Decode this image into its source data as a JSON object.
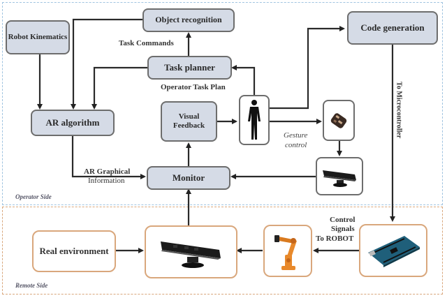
{
  "regions": {
    "operator": {
      "label": "Operator Side",
      "border_color": "#9fc3e0"
    },
    "remote": {
      "label": "Remote Side",
      "border_color": "#d9a77c"
    }
  },
  "nodes": {
    "robot_kinematics": "Robot Kinematics",
    "object_recognition": "Object recognition",
    "task_planner": "Task planner",
    "ar_algorithm": "AR algorithm",
    "visual_feedback": "Visual Feedback",
    "monitor": "Monitor",
    "code_generation": "Code generation",
    "operator": "human-operator-icon",
    "gesture_device": "gesture-sensor-icon",
    "kinect_operator": "depth-camera-icon",
    "real_environment": "Real environment",
    "kinect_remote": "depth-camera-icon",
    "robot_arm": "robot-arm-icon",
    "microcontroller": "microcontroller-board-icon"
  },
  "edge_labels": {
    "task_commands": "Task Commands",
    "operator_task_plan": "Operator Task Plan",
    "ar_graphical_line1": "AR Graphical",
    "ar_graphical_line2": "Information",
    "gesture_line1": "Gesture",
    "gesture_line2": "control",
    "to_microcontroller": "To Microcontroller",
    "control_line1": "Control",
    "control_line2": "Signals",
    "control_line3": "To ROBOT"
  },
  "colors": {
    "box_fill": "#d5dbe6",
    "box_border": "#6d6d6d",
    "remote_border": "#d9a77c",
    "robot_orange": "#e8892b"
  }
}
